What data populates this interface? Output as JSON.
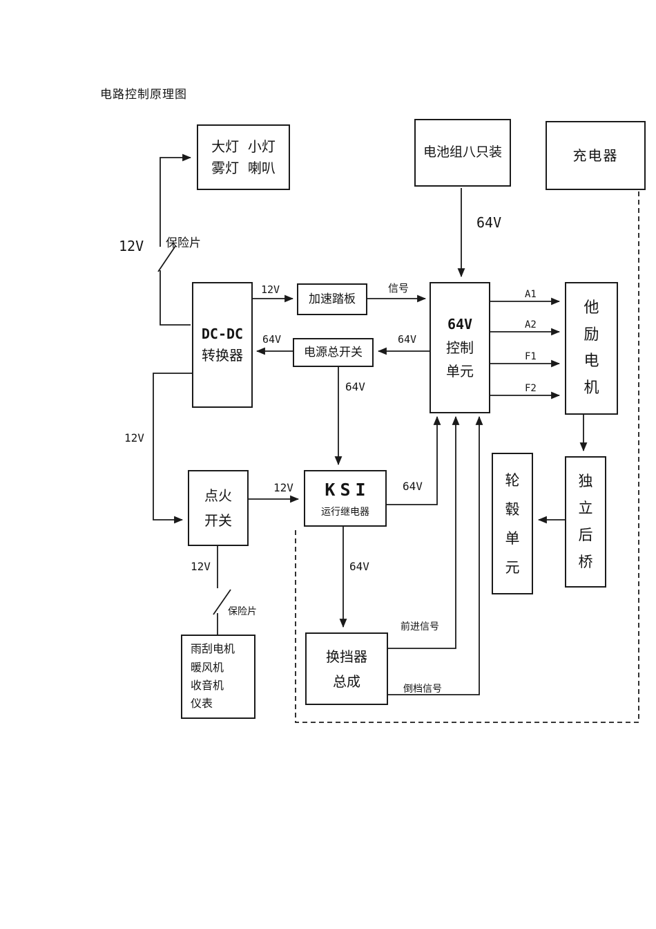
{
  "title": "电路控制原理图",
  "colors": {
    "line": "#1a1a1a",
    "background": "#ffffff"
  },
  "boxes": {
    "lights": {
      "line1": "大灯  小灯",
      "line2": "雾灯  喇叭"
    },
    "battery": {
      "label": "电池组八只装"
    },
    "charger": {
      "label": "充电器"
    },
    "dcdc": {
      "line1": "DC-DC",
      "line2": "转换器"
    },
    "pedal": {
      "label": "加速踏板"
    },
    "main_switch": {
      "label": "电源总开关"
    },
    "controller": {
      "line1": "64V",
      "line2": "控制",
      "line3": "单元"
    },
    "motor": {
      "chars": [
        "他",
        "励",
        "电",
        "机"
      ]
    },
    "ksi": {
      "title": "KSI",
      "subtitle": "运行继电器"
    },
    "ignition": {
      "line1": "点火",
      "line2": "开关"
    },
    "hub": {
      "chars": [
        "轮",
        "毂",
        "单",
        "元"
      ]
    },
    "axle": {
      "chars": [
        "独",
        "立",
        "后",
        "桥"
      ]
    },
    "accessories": {
      "line1": "雨刮电机",
      "line2": "暖风机",
      "line3": "收音机",
      "line4": "仪表"
    },
    "shifter": {
      "line1": "换挡器",
      "line2": "总成"
    }
  },
  "labels": {
    "fuse_top_12v": "12V",
    "fuse_top": "保险片",
    "battery_64v": "64V",
    "pedal_12v": "12V",
    "signal": "信号",
    "dcdc_64v": "64V",
    "switch_64v": "64V",
    "switch_down_64v": "64V",
    "a1": "A1",
    "a2": "A2",
    "f1": "F1",
    "f2": "F2",
    "left_12v": "12V",
    "ign_ksi_12v": "12V",
    "ksi_ctrl_64v": "64V",
    "ign_down_12v": "12V",
    "fuse_bottom": "保险片",
    "ksi_shifter_64v": "64V",
    "forward_signal": "前进信号",
    "reverse_signal": "倒档信号"
  }
}
